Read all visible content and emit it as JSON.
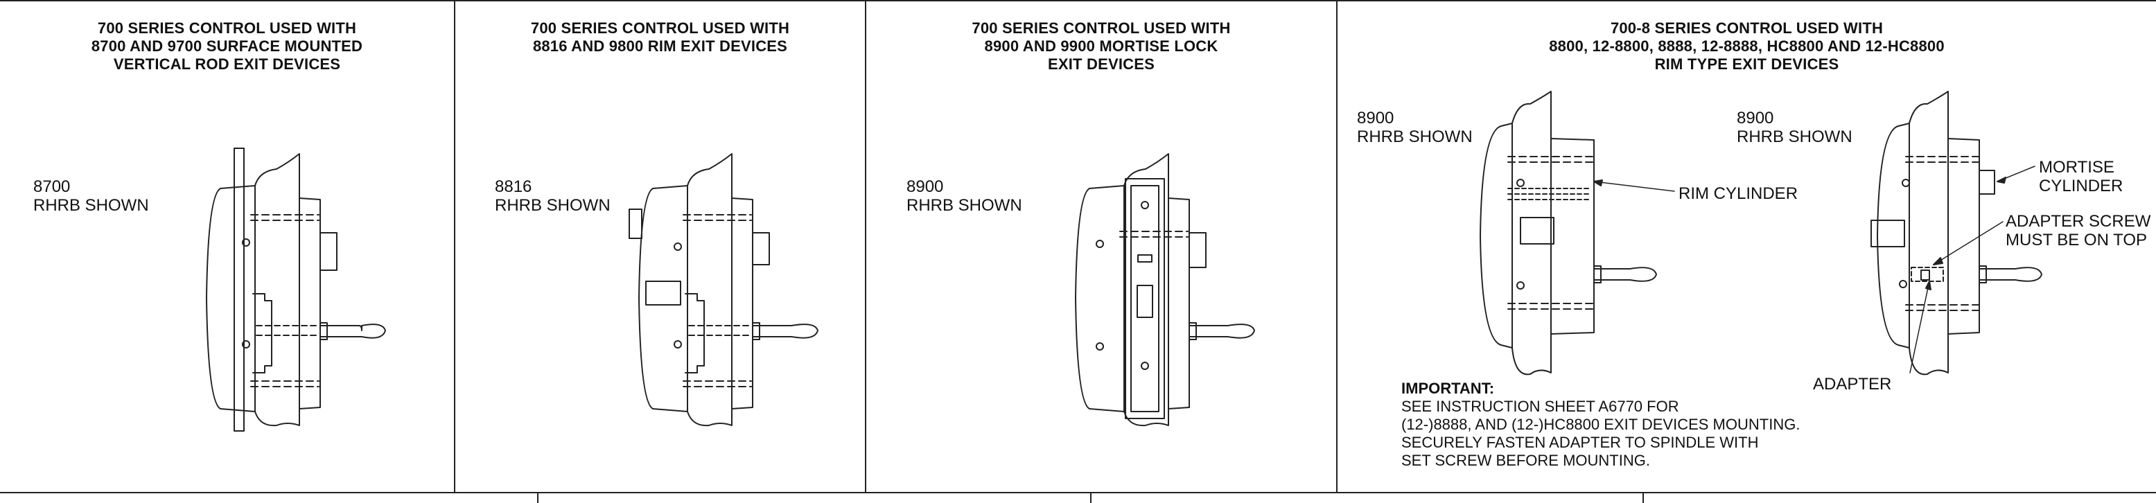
{
  "panels": [
    {
      "title": [
        "700 SERIES CONTROL USED WITH",
        "8700 AND 9700 SURFACE MOUNTED",
        "VERTICAL ROD EXIT DEVICES"
      ],
      "model": "8700",
      "handing": "RHRB SHOWN"
    },
    {
      "title": [
        "700 SERIES CONTROL USED WITH",
        "8816 AND 9800 RIM EXIT DEVICES"
      ],
      "model": "8816",
      "handing": "RHRB SHOWN"
    },
    {
      "title": [
        "700 SERIES CONTROL USED WITH",
        "8900 AND 9900 MORTISE LOCK",
        "EXIT DEVICES"
      ],
      "model": "8900",
      "handing": "RHRB SHOWN"
    },
    {
      "title": [
        "700-8 SERIES CONTROL USED WITH",
        "8800, 12-8800, 8888, 12-8888, HC8800 AND 12-HC8800",
        "RIM TYPE EXIT DEVICES"
      ],
      "views": [
        {
          "model": "8900",
          "handing": "RHRB SHOWN"
        },
        {
          "model": "8900",
          "handing": "RHRB SHOWN"
        }
      ],
      "callouts": {
        "rim_cylinder": "RIM CYLINDER",
        "mortise_cylinder": [
          "MORTISE",
          "CYLINDER"
        ],
        "adapter_screw": [
          "ADAPTER SCREW",
          "MUST BE ON TOP"
        ],
        "adapter": "ADAPTER"
      },
      "important": {
        "heading": "IMPORTANT:",
        "lines": [
          "SEE INSTRUCTION SHEET A6770 FOR",
          "(12-)8888, AND (12-)HC8800 EXIT DEVICES MOUNTING.",
          "SECURELY FASTEN ADAPTER TO SPINDLE WITH",
          "SET SCREW BEFORE MOUNTING."
        ]
      }
    }
  ]
}
